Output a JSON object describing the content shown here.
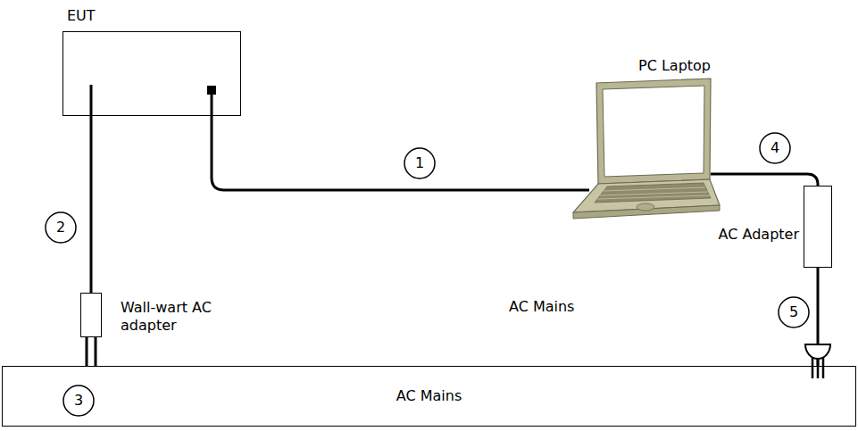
{
  "diagram": {
    "nodes": [
      {
        "text": [
          "EUT"
        ]
      },
      {
        "text": [
          "PC Laptop"
        ]
      },
      {
        "text": [
          "AC Adapter"
        ]
      },
      {
        "text": [
          "Wall-wart AC adapter"
        ]
      },
      {
        "text": [
          "AC Mains"
        ]
      }
    ],
    "edges": [
      {
        "from": 0,
        "to": 1,
        "arrow": "none"
      },
      {
        "from": 0,
        "to": 3,
        "arrow": "none"
      },
      {
        "from": 3,
        "to": 4,
        "arrow": "none"
      },
      {
        "from": 1,
        "to": 2,
        "arrow": "none"
      },
      {
        "from": 2,
        "to": 4,
        "arrow": "none"
      }
    ],
    "labels": [
      "1",
      "2",
      "3",
      "4",
      "5",
      "AC Mains"
    ]
  }
}
